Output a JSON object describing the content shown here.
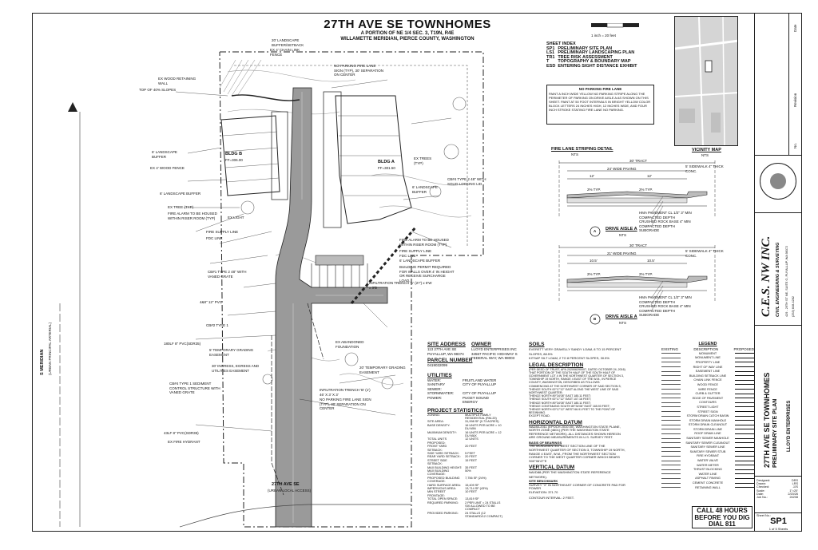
{
  "project": {
    "title": "27TH AVE SE TOWNHOMES",
    "subtitle_lines": [
      "A PORTION OF NE 1/4 SEC. 3, T19N, R4E",
      "WILLAMETTE MERIDIAN, PIERCE COUNTY, WASHINGTON"
    ]
  },
  "scale": {
    "label": "1 inch = 20 feet"
  },
  "sheet_index": {
    "heading": "SHEET INDEX",
    "rows": [
      {
        "code": "SP1",
        "name": "PRELIMINARY SITE PLAN"
      },
      {
        "code": "LS1",
        "name": "PRELIMINARY LANDSCAPING PLAN"
      },
      {
        "code": "TR1",
        "name": "TREE RISK ASSESSMENT"
      },
      {
        "code": "T",
        "name": "TOPOGRAPHY & BOUNDARY MAP"
      },
      {
        "code": "ESD",
        "name": "ENTERING SIGHT DISTANCE EXHIBIT"
      }
    ]
  },
  "fire_lane_note": {
    "heading": "NO PARKING FIRE LANE",
    "text": "PAINT A INCH WIDE YELLOW NO PARKING STRIPE ALONG THE PERIMETER OF PARKING ON DRIVE AISLE A AS SHOWN ON THIS SHEET. PAINT AT 50 FOOT INTERVALS IN BRIGHT YELLOW COLOR BLOCK LETTERS 24 INCHES HIGH, 12 INCHES WIDE, AND FOUR INCH STROKE STATING FIRE LANE NO PARKING."
  },
  "vicinity": {
    "label": "VICINITY MAP",
    "nts": "NTS"
  },
  "fire_lane_detail": {
    "label": "FIRE LANE STRIPING DETAIL",
    "nts": "NTS"
  },
  "drive_aisles": [
    {
      "letter": "A",
      "label": "DRIVE AISLE A",
      "nts": "NTS",
      "width": "30' TRACT",
      "paving": "24' WIDE PAVING",
      "lanes": [
        "12'",
        "12'"
      ],
      "sidewalk": "5' SIDEWALK 4\" THICK CONC.",
      "labels": [
        "HMA PAVEMENT CL 1/2\" 3\" MIN COMPACTED DEPTH",
        "CRUSHED ROCK BASE 4\" MIN COMPACTED DEPTH",
        "SUBGRADE"
      ],
      "slopes": [
        "2% TYP.",
        "2% TYP."
      ]
    },
    {
      "letter": "B",
      "label": "DRIVE AISLE A",
      "nts": "NTS",
      "width": "30' TRACT",
      "paving": "21' WIDE PAVING",
      "lanes": [
        "10.5'",
        "10.5'"
      ],
      "sidewalk": "5' SIDEWALK 4\" THICK CONC.",
      "labels": [
        "HMA PAVEMENT CL 1/2\" 3\" MIN COMPACTED DEPTH",
        "CRUSHED ROCK BASE 4\" MIN COMPACTED DEPTH",
        "SUBGRADE"
      ],
      "slopes": [
        "2% TYP.",
        "2% TYP."
      ]
    }
  ],
  "site_address": {
    "heading": "SITE ADDRESS",
    "lines": [
      "113 27TH AVE SE",
      "PUYALLUP, WA 98374"
    ]
  },
  "owner": {
    "heading": "OWNER",
    "lines": [
      "LLOYD ENTERPRISES INC",
      "34567 PACIFIC HIGHWAY S",
      "FEDERAL WAY, WA 98003"
    ]
  },
  "parcel": {
    "heading": "PARCEL NUMBER",
    "value": "0419032099"
  },
  "utilities": {
    "heading": "UTILITIES",
    "rows": [
      [
        "WATER:",
        "FRUITLAND WATER"
      ],
      [
        "SANITARY SEWER:",
        "CITY OF PUYALLUP"
      ],
      [
        "STORMWATER:",
        "CITY OF PUYALLUP"
      ],
      [
        "POWER:",
        "PUGET SOUND ENERGY"
      ]
    ]
  },
  "project_stats": {
    "heading": "PROJECT STATISTICS",
    "rows": [
      [
        "ZONING:",
        "MULTIPLE FAMILY RESIDENTIAL (RM-20)"
      ],
      [
        "SITE AREA:",
        "31,998 SF (0.73 ACRES)"
      ],
      [
        "BASE DENSITY:",
        "16 UNITS PER ACRE = 10 DU MIN"
      ],
      [
        "MAXIMUM DENSITY:",
        "16 UNITS PER ACRE = 12 DU MAX"
      ],
      [
        "TOTAL UNITS PROPOSED:",
        "12 UNITS"
      ],
      [
        "FRONT YARD SETBACK:",
        "20 FEET"
      ],
      [
        "SIDE YARD SETBACK:",
        "5 FEET"
      ],
      [
        "REAR YARD SETBACK:",
        "20 FEET"
      ],
      [
        "STREET SIDE SETBACK:",
        "15 FEET"
      ],
      [
        "MAX BUILDING HEIGHT:",
        "35 FEET"
      ],
      [
        "MAX BUILDING COVERAGE:",
        "50%"
      ],
      [
        "PROPOSED BUILDING COVERAGE:",
        "7,756 SF (24%)"
      ],
      [
        "HARD SURFACE AREA:",
        "15,409 SF"
      ],
      [
        "IMPERVIOUS AREA:",
        "13,714 SF (43%)"
      ],
      [
        "MIN STREET FRONTAGE:",
        "10 FEET"
      ],
      [
        "TOTAL OPEN SPACE:",
        "13,819 SF"
      ],
      [
        "REQUIRED PARKING:",
        "2 PER UNIT = 24 STALLS"
      ],
      [
        "",
        "SIX ALLOWED TO BE COMPACT"
      ],
      [
        "PROVIDED PARKING:",
        "24 STALLS (12 STANDARD/12 COMPACT)"
      ]
    ]
  },
  "soils": {
    "heading": "SOILS",
    "lines": [
      "EVERETT VERY GRAVELLY SANDY LOAM, 8 TO 15 PERCENT SLOPES, 88.5%",
      "KITSAP SILT LOAM, 2 TO 8 PERCENT SLOPES, 30.5%"
    ]
  },
  "legal": {
    "heading": "LEGAL DESCRIPTION",
    "lines": [
      "(PER DEED OF TRUST, AFN 202006290007, DATED OCTOBER 24, 2016)",
      "THAT PORTION OF THE SOUTH HALF OF THE SOUTH HALF OF GOVERNMENT LOT 4 IN THE NORTHWEST QUARTER OF SECTION 3, TOWNSHIP 19 NORTH, RANGE 4 EAST OF THE W.M., IN PIERCE COUNTY, WASHINGTON, DESCRIBED AS FOLLOWS:",
      "COMMENCING AT THE NORTHWEST CORNER OF SAID SECTION 3;",
      "THENCE SOUTH 00°17'12\" EAST ALONG THE WEST LINE OF SAID NORTHWEST QUARTER;",
      "THENCE NORTH 89°34'08\" EAST 185.11 FEET;",
      "THENCE SOUTH 00°17'12\" EAST 107.16 FEET;",
      "THENCE NORTH 89°34'08\" EAST 185.11 FEET;",
      "THENCE CONTINUING SOUTH 89°34'08\" EAST 165.93 FEET;",
      "THENCE NORTH 00°17'12\" WEST 66.91 FEET TO THE POINT OF BEGINNING.",
      "EXCEPT ROAD."
    ]
  },
  "horizontal_datum": {
    "heading": "HORIZONTAL DATUM",
    "lines": [
      "NAD83-2011 (EPOCH 2010.00), WASHINGTON STATE PLANE, NORTH ZONE (4601) (PER THE WASHINGTON STATE REFERENCE NETWORK). ALL DISTANCES SHOWN HEREON ARE GROUND MEASUREMENTS IN U.S. SURVEY FEET."
    ]
  },
  "basis_of_bearings": {
    "heading": "BASIS OF BEARINGS",
    "lines": [
      "THE MONUMENTED WEST SECTION LINE OF THE NORTHWEST QUARTER OF SECTION 3, TOWNSHIP 19 NORTH, RANGE 4 EAST, W.M., FROM THE NORTHWEST SECTION CORNER TO THE WEST QUARTER CORNER WHICH BEARS S00°06'47\"E"
    ]
  },
  "vertical_datum": {
    "heading": "VERTICAL DATUM",
    "lines": [
      "NAVD88 (PER THE WASHINGTON STATE REFERENCE NETWORK)."
    ]
  },
  "site_benchmark": {
    "heading": "SITE BENCHMARK",
    "lines": [
      "SURVEY \"X\" IN NORTHEAST CORNER OF CONCRETE PAD FOR POWER",
      "ELEVATION: 371.70"
    ]
  },
  "contour": {
    "line": "CONTOUR INTERVAL: 2 FEET."
  },
  "legend": {
    "heading": "LEGEND",
    "columns": [
      "EXISTING",
      "DESCRIPTION",
      "PROPOSED"
    ],
    "items": [
      "MONUMENT",
      "MONUMENT LINE",
      "PROPERTY LINE",
      "RIGHT OF WAY LINE",
      "EASEMENT LINE",
      "BUILDING SETBACK LINE",
      "CHAIN LINK FENCE",
      "WOOD FENCE",
      "WIRE FENCE",
      "CURB & GUTTER",
      "EDGE OF PAVEMENT",
      "CONTOURS",
      "STREET LIGHT",
      "STREET SIGN",
      "STORM DRAIN CATCH BASIN",
      "STORM DRAIN MANHOLE",
      "STORM DRAIN CLEANOUT",
      "STORM DRAIN LINE",
      "ROOF DRAIN LINE",
      "SANITARY SEWER MANHOLE",
      "SANITARY SEWER CLEANOUT",
      "SANITARY SEWER LINE",
      "SANITARY SEWER STUB",
      "FIRE HYDRANT",
      "WATER VALVE",
      "WATER METER",
      "THRUST BLOCKING",
      "WATER LINE",
      "ASPHALT PAVING",
      "CEMENT CONCRETE",
      "RETAINING WALL"
    ]
  },
  "firm": {
    "name": "C.E.S. NW INC.",
    "tagline": "CIVIL ENGINEERING & SURVEYING",
    "address": "429 - 29TH ST NE, SUITE G, PUYALLUP, WA 98372",
    "phone": "(253) 848-4282"
  },
  "title_block": {
    "project": "27TH AVE SE TOWNHOMES",
    "sheet_title": "PRELIMINARY SITE PLAN",
    "client": "LLOYD ENTERPRISES"
  },
  "project_info": {
    "rows": [
      [
        "Designed:",
        "DRS"
      ],
      [
        "Drawn:",
        "LRS"
      ],
      [
        "Checked:",
        "JJS"
      ],
      [
        "Scale:",
        "1\"=20'"
      ],
      [
        "Date:",
        "2/20/26"
      ],
      [
        "Job No.:",
        "24208"
      ]
    ]
  },
  "call_box": {
    "lines": [
      "CALL 48 HOURS",
      "BEFORE YOU DIG",
      "DIAL 811"
    ]
  },
  "sheet_no": {
    "label": "Sheet No.:",
    "value": "SP1",
    "of": "1 of 5 Sheets"
  },
  "revisions": {
    "cols": [
      "Date",
      "Revision",
      "No."
    ]
  },
  "plan_labels": {
    "bldg_a": "BLDG A",
    "bldg_a_ff": "FF=301.50",
    "bldg_b": "BLDG B",
    "bldg_b_ff": "FF=306.00",
    "street": "27TH AVE SE",
    "street_note": "(URBAN LOCAL ACCESS)",
    "meridian": "S MERIDIAN",
    "meridian_note": "(URBAN PRINCIPAL ARTERIAL)",
    "callouts_left": [
      "TOP OF 40% SLOPES",
      "EX WOOD RETAINING WALL",
      "6' LANDSCAPE BUFFER",
      "EX 4' WOOD FENCE",
      "6' LANDSCAPE BUFFER",
      "EX TREE (TYP)",
      "FIRE ALARM TO BE HOUSED WITHIN RISER ROOM (TYP)",
      "EX LIGHT",
      "FIRE SUPPLY LINE",
      "FDC LINE",
      "CB#1 TYPE 2 48\" WITH VANED GRATE",
      "4&8\" 12\" PVC",
      "CB#2 TYPE 1",
      "180LF 8\" PVC(SDR35)",
      "5' TEMPORARY GRADING EASEMENT",
      "30' INGRESS, EGRESS AND UTILITIES EASEMENT",
      "CB#4 TYPE 1 SEDIMENT CONTROL STRUCTURE WITH VANED GRATE",
      "43LF 8\" PVC(SDR35)",
      "EX FIRE HYDRANT"
    ],
    "callouts_right": [
      "EX 4' CHAIN LINK FENCE",
      "20' LANDSCAPE BUFFER/SETBACK",
      "NO PARKING FIRE LANE SIGN (TYP), 30' SEPARATION ON CENTER",
      "EX TREES (TYP)",
      "CB#4 TYPE 2 48\" WITH SOLID LOCKING LID",
      "6' LANDSCAPE BUFFER",
      "FIRE ALARM TO BE HOUSED WITHIN RISER ROOM (TYP)",
      "FIRE SUPPLY LINE",
      "FDC LINE",
      "6' LANDSCAPE BUFFER",
      "BUILDING PERMIT REQUIRED FOR WALLS OVER 4' IN HEIGHT OR RECEIVE SURCHARGE LOAD.",
      "INFILTRATION TRENCH 'A' (27') x 6'W x 3'D",
      "EX ABANDONED FOUNDATION",
      "20' TEMPORARY GRADING EASEMENT",
      "INFILTRATION TRENCH 'B' (1') 46' X 3' X 3'",
      "NO PARKING FIRE LANE SIGN (TYP), 30' SEPARATION ON CENTER"
    ]
  }
}
